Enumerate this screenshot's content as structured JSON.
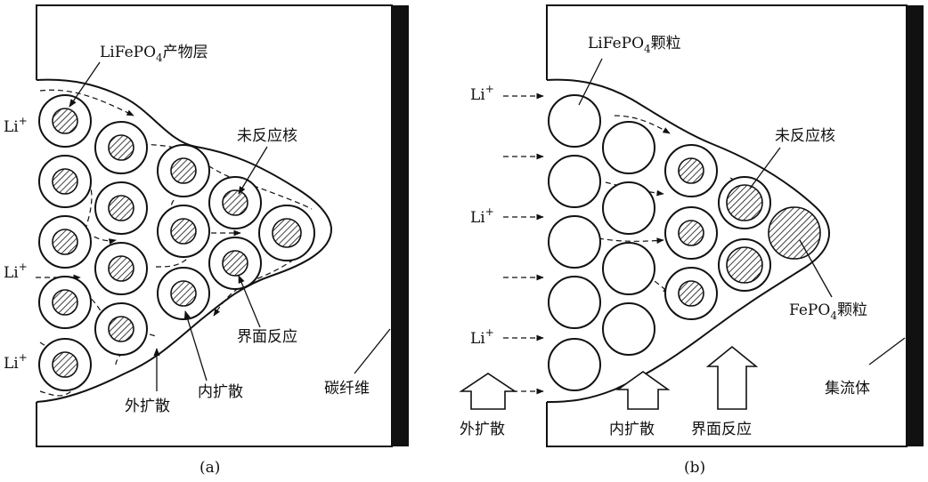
{
  "panel_a": {
    "product_layer": "LiFePO",
    "product_layer_sub": "4",
    "product_layer_tail": "产物层",
    "unreacted_core": "未反应核",
    "interface_reaction": "界面反应",
    "outer_diffusion": "外扩散",
    "inner_diffusion": "内扩散",
    "carbon_fiber": "碳纤维",
    "li_ion": "Li",
    "li_sup": "+",
    "caption": "(a)"
  },
  "panel_b": {
    "particle": "LiFePO",
    "particle_sub": "4",
    "particle_tail": "颗粒",
    "unreacted_core": "未反应核",
    "fepo4": "FePO",
    "fepo4_sub": "4",
    "fepo4_tail": "颗粒",
    "collector": "集流体",
    "outer_diffusion": "外扩散",
    "inner_diffusion": "内扩散",
    "interface_reaction": "界面反应",
    "li_ion": "Li",
    "li_sup": "+",
    "caption": "(b)"
  }
}
